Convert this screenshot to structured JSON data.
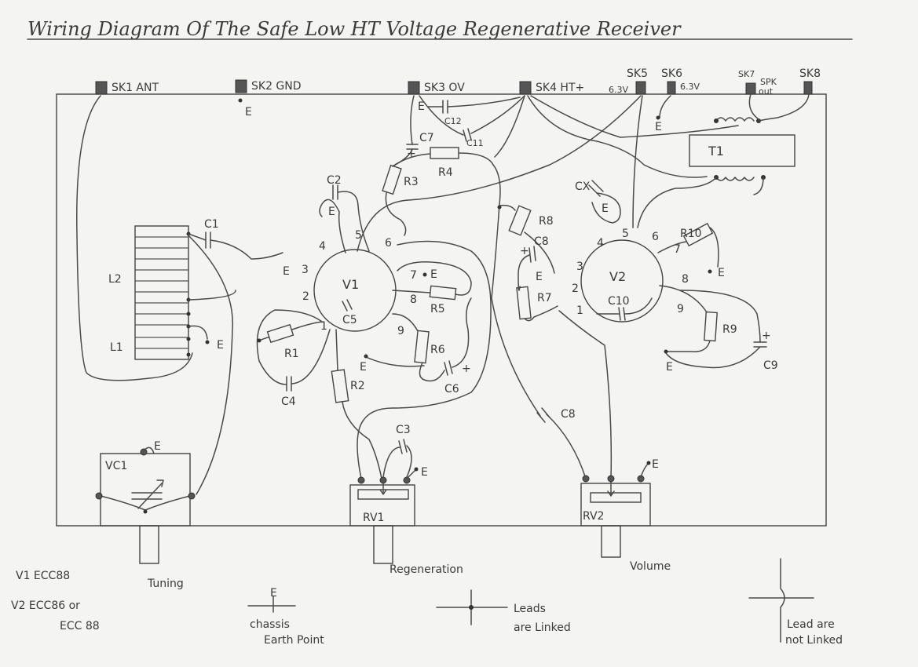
{
  "title": "Wiring Diagram Of The Safe Low HT Voltage Regenerative Receiver",
  "sockets": {
    "sk1": "SK1 ANT",
    "sk2": "SK2 GND",
    "sk3": "SK3 OV",
    "sk4": "SK4 HT+",
    "sk4_sub": "6.3V",
    "sk5": "SK5",
    "sk6": "SK6",
    "sk6_sub": "6.3V",
    "sk7": "SK7",
    "spk": "SPK",
    "spk_sub": "out",
    "sk8": "SK8"
  },
  "components": {
    "c1": "C1",
    "c2": "C2",
    "c3": "C3",
    "c4": "C4",
    "c5": "C5",
    "c6": "C6",
    "c7": "C7",
    "c8a": "C8",
    "c8b": "C8",
    "c9": "C9",
    "c10": "C10",
    "c11": "C11",
    "c12": "C12",
    "cx": "CX",
    "r1": "R1",
    "r2": "R2",
    "r3": "R3",
    "r4": "R4",
    "r5": "R5",
    "r6": "R6",
    "r7": "R7",
    "r8": "R8",
    "r9": "R9",
    "r10": "R10",
    "l1": "L1",
    "l2": "L2",
    "v1": "V1",
    "v2": "V2",
    "t1": "T1",
    "vc1": "VC1",
    "rv1": "RV1",
    "rv2": "RV2",
    "earth": "E",
    "plus": "+",
    "v1_pins": [
      "1",
      "2",
      "3",
      "4",
      "5",
      "6",
      "7",
      "8",
      "9"
    ],
    "v2_pins": [
      "1",
      "2",
      "3",
      "4",
      "5",
      "6",
      "7",
      "8",
      "9"
    ]
  },
  "controls": {
    "tuning": "Tuning",
    "regeneration": "Regeneration",
    "volume": "Volume"
  },
  "notes": {
    "v1": "V1 ECC88",
    "v2a": "V2 ECC86 or",
    "v2b": "ECC 88"
  },
  "legend": {
    "earth_symbol": "E",
    "earth_1": "chassis",
    "earth_2": "Earth Point",
    "linked_1": "Leads",
    "linked_2": "are Linked",
    "notlinked_1": "Lead are",
    "notlinked_2": "not Linked"
  }
}
